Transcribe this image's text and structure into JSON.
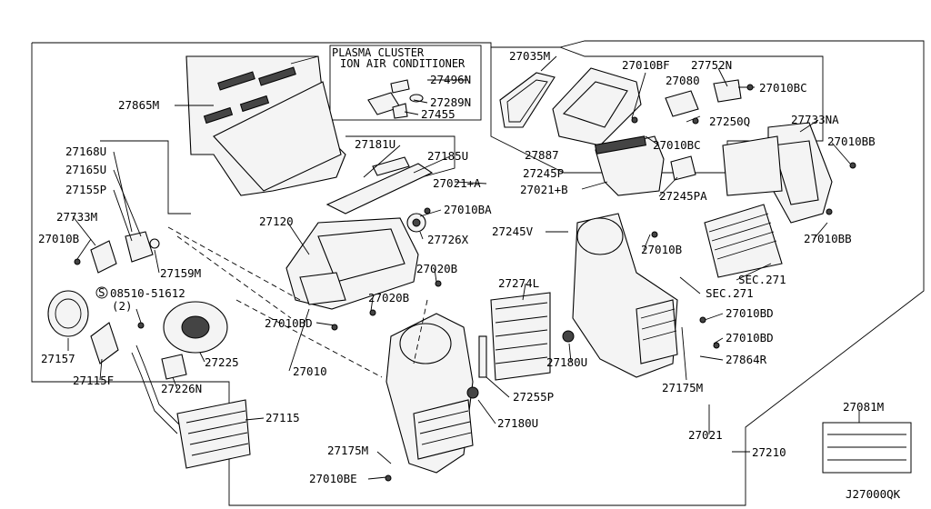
{
  "labels": {
    "p27865M": "27865M",
    "plasma1": "PLASMA CLUSTER",
    "plasma2": "ION AIR CONDITIONER",
    "p27496N": "27496N",
    "p27289N": "27289N",
    "p27455": "27455",
    "p27035M": "27035M",
    "p27010BF": "27010BF",
    "p27752N": "27752N",
    "p27080": "27080",
    "p27010BC_a": "27010BC",
    "p27250Q": "27250Q",
    "p27733NA": "27733NA",
    "p27887": "27887",
    "p27010BC_b": "27010BC",
    "p27010BB_a": "27010BB",
    "p27245P": "27245P",
    "p27021A": "27021+A",
    "p27021B": "27021+B",
    "p27245PA": "27245PA",
    "p27168U": "27168U",
    "p27165U": "27165U",
    "p27155P": "27155P",
    "p27181U": "27181U",
    "p27185U": "27185U",
    "p27010BA": "27010BA",
    "p27733M": "27733M",
    "p27010B_a": "27010B",
    "p27120": "27120",
    "p27726X": "27726X",
    "p27245V": "27245V",
    "p27010B_b": "27010B",
    "p27010BB_b": "27010BB",
    "p27159M": "27159M",
    "p27020B_a": "27020B",
    "p27274L": "27274L",
    "pSEC271_a": "SEC.271",
    "pSEC271_b": "SEC.271",
    "p08510": "08510-51612",
    "p08510qty": "(2)",
    "p27020B_b": "27020B",
    "p27010BD_a": "27010BD",
    "p27010BD_b": "27010BD",
    "p27010BD_c": "27010BD",
    "p27157": "27157",
    "p27225": "27225",
    "p27180U_a": "27180U",
    "p27864R": "27864R",
    "p27115F": "27115F",
    "p27010": "27010",
    "p27175M_a": "27175M",
    "p27226N": "27226N",
    "p27255P": "27255P",
    "p27081M": "27081M",
    "p27115": "27115",
    "p27180U_b": "27180U",
    "p27021": "27021",
    "p27175M_b": "27175M",
    "p27210": "27210",
    "p27010BE": "27010BE",
    "diagramCode": "J27000QK"
  }
}
